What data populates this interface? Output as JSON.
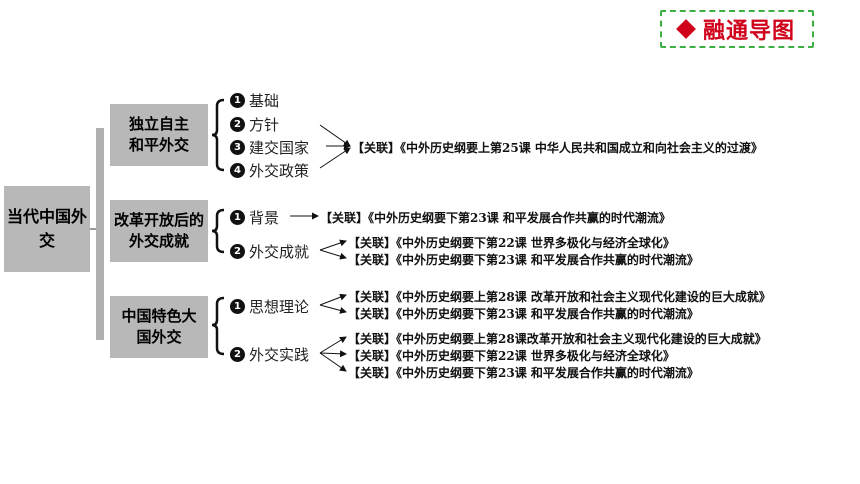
{
  "badge": {
    "label": "融通导图"
  },
  "root": {
    "label": "当代中国外交"
  },
  "groups": [
    {
      "label": "独立自主和平外交",
      "items": [
        {
          "num": "1",
          "label": "基础"
        },
        {
          "num": "2",
          "label": "方针"
        },
        {
          "num": "3",
          "label": "建交国家"
        },
        {
          "num": "4",
          "label": "外交政策"
        }
      ],
      "links": [
        "【关联】《中外历史纲要上第25课 中华人民共和国成立和向社会主义的过渡》"
      ]
    },
    {
      "label": "改革开放后的外交成就",
      "items": [
        {
          "num": "1",
          "label": "背景"
        },
        {
          "num": "2",
          "label": "外交成就"
        }
      ],
      "links": [
        "【关联】《中外历史纲要下第23课 和平发展合作共赢的时代潮流》",
        "【关联】《中外历史纲要下第22课 世界多极化与经济全球化》",
        "【关联】《中外历史纲要下第23课 和平发展合作共赢的时代潮流》"
      ]
    },
    {
      "label": "中国特色大国外交",
      "items": [
        {
          "num": "1",
          "label": "思想理论"
        },
        {
          "num": "2",
          "label": "外交实践"
        }
      ],
      "links": [
        "【关联】《中外历史纲要上第28课 改革开放和社会主义现代化建设的巨大成就》",
        "【关联】《中外历史纲要下第23课 和平发展合作共赢的时代潮流》",
        "【关联】《中外历史纲要上第28课改革开放和社会主义现代化建设的巨大成就》",
        "【关联】《中外历史纲要下第22课 世界多极化与经济全球化》",
        "【关联】《中外历史纲要下第23课 和平发展合作共赢的时代潮流》"
      ]
    }
  ]
}
